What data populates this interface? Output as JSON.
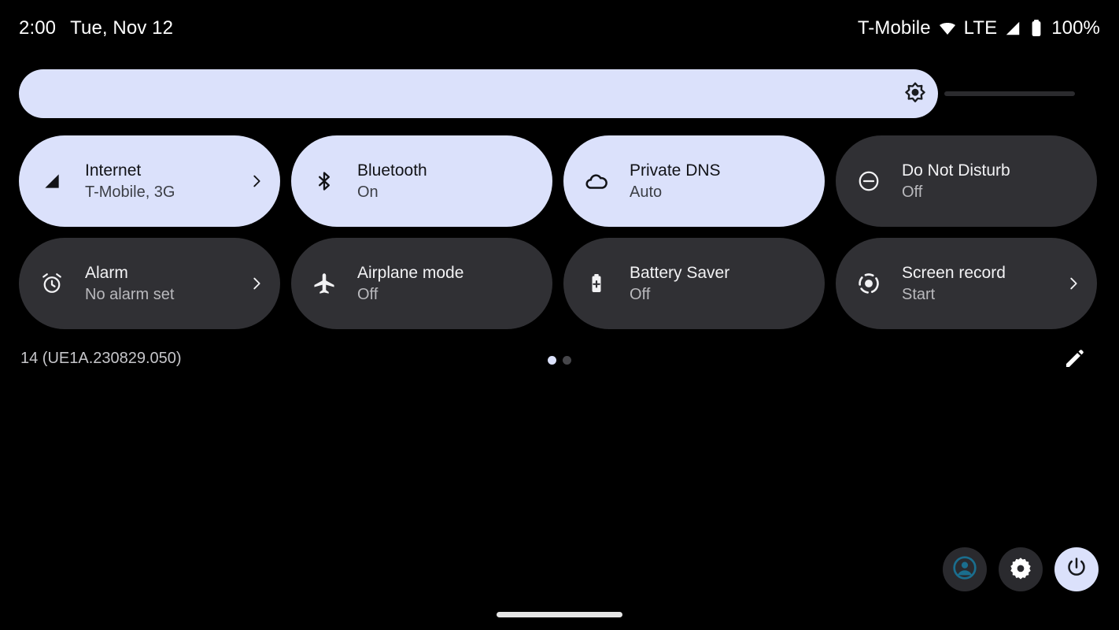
{
  "status_bar": {
    "time": "2:00",
    "date": "Tue, Nov 12",
    "carrier": "T-Mobile",
    "wifi_icon": "wifi-icon",
    "network_type": "LTE",
    "signal_icon": "signal-bars-icon",
    "battery_icon": "battery-full-icon",
    "battery_level": "100%"
  },
  "brightness": {
    "icon": "brightness-icon",
    "value_percent": 85,
    "fill_color": "#dbe1fb",
    "track_color": "#2b2b2e"
  },
  "tiles": [
    {
      "title": "Internet",
      "subtitle": "T-Mobile, 3G",
      "icon": "signal-bars-icon",
      "state": "active",
      "has_chevron": true
    },
    {
      "title": "Bluetooth",
      "subtitle": "On",
      "icon": "bluetooth-icon",
      "state": "active",
      "has_chevron": false
    },
    {
      "title": "Private DNS",
      "subtitle": "Auto",
      "icon": "cloud-icon",
      "state": "active",
      "has_chevron": false
    },
    {
      "title": "Do Not Disturb",
      "subtitle": "Off",
      "icon": "do-not-disturb-icon",
      "state": "inactive",
      "has_chevron": false
    },
    {
      "title": "Alarm",
      "subtitle": "No alarm set",
      "icon": "alarm-clock-icon",
      "state": "inactive",
      "has_chevron": true
    },
    {
      "title": "Airplane mode",
      "subtitle": "Off",
      "icon": "airplane-icon",
      "state": "inactive",
      "has_chevron": false
    },
    {
      "title": "Battery Saver",
      "subtitle": "Off",
      "icon": "battery-saver-icon",
      "state": "inactive",
      "has_chevron": false
    },
    {
      "title": "Screen record",
      "subtitle": "Start",
      "icon": "screen-record-icon",
      "state": "inactive",
      "has_chevron": true
    }
  ],
  "footer": {
    "build_text": "14 (UE1A.230829.050)",
    "page_dots": {
      "count": 2,
      "active_index": 0
    },
    "edit_icon": "pencil-icon"
  },
  "action_buttons": [
    {
      "name": "user-switcher-button",
      "icon": "account-circle-icon",
      "style": "dark",
      "icon_color": "#1a6e8e"
    },
    {
      "name": "settings-button",
      "icon": "gear-icon",
      "style": "dark",
      "icon_color": "#ffffff"
    },
    {
      "name": "power-button",
      "icon": "power-icon",
      "style": "light",
      "icon_color": "#16181d"
    }
  ],
  "colors": {
    "background": "#000000",
    "tile_active_bg": "#dbe1fb",
    "tile_inactive_bg": "#303034",
    "accent": "#dbe1fb",
    "avatar_accent": "#1a6e8e"
  },
  "home_handle": {
    "name": "home-gesture-handle"
  }
}
